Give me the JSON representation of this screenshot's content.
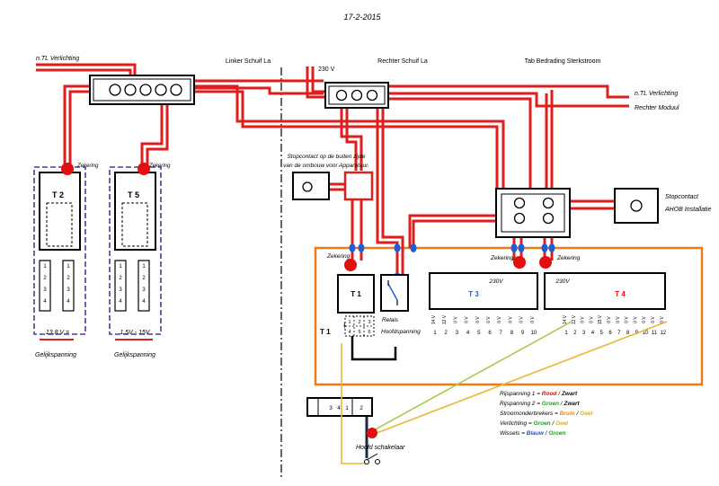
{
  "date": "17-2-2015",
  "headings": {
    "left_drawer": "Linker Schuif La",
    "right_drawer": "Rechter Schuif La",
    "board": "Tab Bedrading Sterkstroom"
  },
  "labels": {
    "ntl_left": "n.TL Verlichting",
    "v230_top": "230 V",
    "ntl_right": "n.TL Verlichting",
    "rechter_moduul": "Rechter Moduul",
    "socket_outside_1": "Stopcontact op de buiten zijde",
    "socket_outside_2": "van de ombouw voor Apparatuur.",
    "stopcontact": "Stopcontact",
    "ahob": "AHOB Installatie",
    "zekering": "Zekering",
    "t1_box": "T  1",
    "t1_side": "T 1",
    "t3": "T 3",
    "t4": "T 4",
    "v230": "230V",
    "relais": "Relais",
    "hoofdspanning": "Hoofdspanning",
    "hoofd_schakelaar": "Hoofd schakelaar",
    "t5": "T  5",
    "v_left": "13,8 V  =",
    "v_right": "1,5V - 15V",
    "gelijk": "Gelijkspanning"
  },
  "t1_terminals": [
    "2",
    "3",
    "1",
    "4",
    "5",
    "6"
  ],
  "sw_terminals": [
    "3",
    "4",
    "1",
    "2"
  ],
  "t3_terminals": [
    "1",
    "2",
    "3",
    "4",
    "5",
    "6",
    "7",
    "8",
    "9",
    "10"
  ],
  "t4_terminals": [
    "1",
    "2",
    "3",
    "4",
    "5",
    "6",
    "7",
    "8",
    "9",
    "10",
    "11",
    "12"
  ],
  "t3_volts": [
    "14 V",
    "12 V",
    "0 V",
    "0 V",
    "0 V",
    "0 V",
    "0 V",
    "0 V",
    "0 V",
    "0 V"
  ],
  "t4_volts": [
    "14 V",
    "12 V",
    "0 V",
    "0 V",
    "15 V",
    "0 V",
    "0 V",
    "0 V",
    "0 V",
    "0 V",
    "0 V",
    "0 V"
  ],
  "t5_terminals": [
    "1",
    "2",
    "3",
    "4"
  ],
  "legend": [
    {
      "prefix": "Rijspanning 1 = ",
      "a": "Rood",
      "sep": " / ",
      "b": "Zwart",
      "ca": "#e01010",
      "cb": "#111111"
    },
    {
      "prefix": "Rijspanning 2 = ",
      "a": "Groen",
      "sep": " / ",
      "b": "Zwart",
      "ca": "#22a022",
      "cb": "#111111"
    },
    {
      "prefix": "Stroomonderbrekers = ",
      "a": "Bruin",
      "sep": " / ",
      "b": "Geel",
      "ca": "#d98a2a",
      "cb": "#d9b020"
    },
    {
      "prefix": "Verlichting = ",
      "a": "Groen",
      "sep": "  / ",
      "b": "Geel",
      "ca": "#22a022",
      "cb": "#d9b020"
    },
    {
      "prefix": "Wissels = ",
      "a": "Blauw",
      "sep": " / ",
      "b": "Groen",
      "ca": "#2050c0",
      "cb": "#22a022"
    }
  ],
  "colors": {
    "wire": "#e21d1d",
    "frame": "#f07a18",
    "fuse": "#e01010",
    "terminal": "#1f5fd6",
    "dashed": "#4a3a9a",
    "green_wire": "#a8cc50",
    "yellow_wire": "#e8b83a",
    "black_wire": "#1a2a40"
  }
}
